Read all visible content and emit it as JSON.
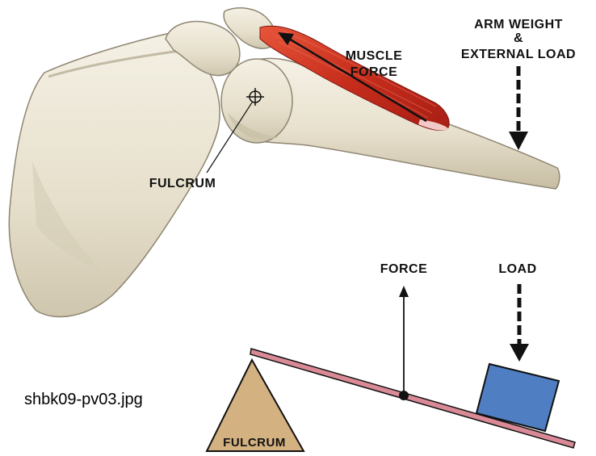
{
  "diagram": {
    "top": {
      "arm_weight_line1": "ARM WEIGHT",
      "arm_weight_line2": "&",
      "arm_weight_line3": "EXTERNAL LOAD",
      "muscle_line1": "MUSCLE",
      "muscle_line2": "FORCE",
      "fulcrum": "FULCRUM"
    },
    "bottom": {
      "force": "FORCE",
      "load": "LOAD",
      "fulcrum": "FULCRUM"
    },
    "caption": "shbk09-pv03.jpg"
  },
  "colors": {
    "bone": "#ECE6D6",
    "bone_shadow": "#C9C0A8",
    "muscle": "#C8321F",
    "lever": "#D98A96",
    "fulcrum_triangle": "#D4B180",
    "load_box": "#4F7EC2"
  }
}
